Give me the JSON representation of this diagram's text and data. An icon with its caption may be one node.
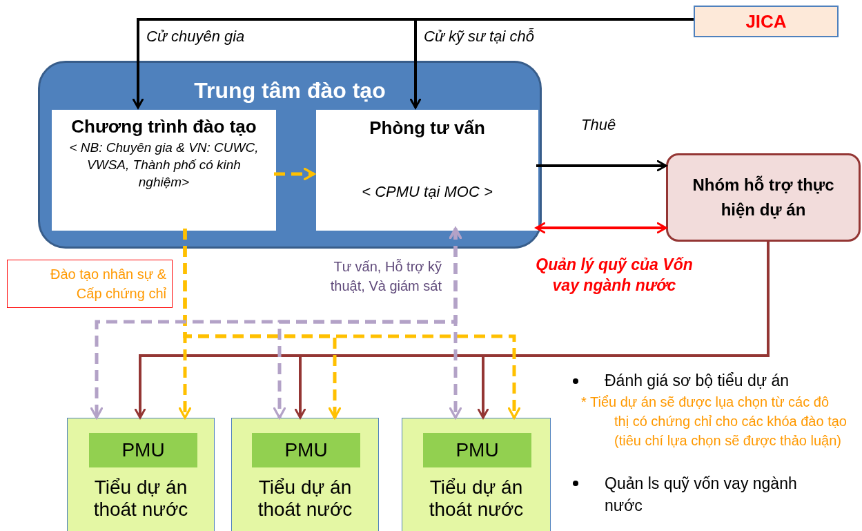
{
  "diagram": {
    "nodes": [
      {
        "text": [
          "JICA"
        ]
      },
      {
        "text": [
          "Trung tâm đào tạo"
        ]
      },
      {
        "text": [
          "Chương trình đào tạo",
          "< NB: Chuyên gia & VN: CUWC, VWSA, Thành phố có kinh nghiệm>"
        ],
        "in": 1
      },
      {
        "text": [
          "Phòng tư vấn",
          "< CPMU tại MOC >"
        ],
        "in": 1
      },
      {
        "text": [
          "Nhóm hỗ trợ thực hiện dự án"
        ]
      },
      {
        "text": [
          "Đào tạo nhân sự & Cấp chứng chỉ"
        ]
      },
      {
        "text": [
          "Tiểu dự án thoát nước"
        ]
      },
      {
        "text": [
          "PMU"
        ],
        "in": 6
      },
      {
        "text": [
          "Tiểu dự án thoát nước"
        ]
      },
      {
        "text": [
          "PMU"
        ],
        "in": 8
      },
      {
        "text": [
          "Tiểu dự án thoát nước"
        ]
      },
      {
        "text": [
          "PMU"
        ],
        "in": 10
      }
    ],
    "edges": [
      {
        "from": 0,
        "to": 2,
        "arrow": "to",
        "color": "#000000",
        "label": "Cử chuyên gia"
      },
      {
        "from": 0,
        "to": 3,
        "arrow": "to",
        "color": "#000000",
        "label": "Cử kỹ sư tại chỗ"
      },
      {
        "from": 2,
        "to": 3,
        "arrow": "to",
        "style": "dashed",
        "color": "#ffc000"
      },
      {
        "from": 3,
        "to": 4,
        "arrow": "to",
        "color": "#000000",
        "label": "Thuê"
      },
      {
        "from": 3,
        "to": 4,
        "arrow": "both",
        "color": "#ff0000",
        "label": "Quản lý quỹ của Vốn vay ngành nước"
      },
      {
        "from": 4,
        "to": 6,
        "arrow": "to",
        "color": "#943634"
      },
      {
        "from": 4,
        "to": 8,
        "arrow": "to",
        "color": "#943634"
      },
      {
        "from": 4,
        "to": 10,
        "arrow": "to",
        "color": "#943634"
      },
      {
        "from": 2,
        "to": 6,
        "arrow": "to",
        "style": "dashed",
        "color": "#ffc000"
      },
      {
        "from": 2,
        "to": 8,
        "arrow": "to",
        "style": "dashed",
        "color": "#ffc000"
      },
      {
        "from": 2,
        "to": 10,
        "arrow": "to",
        "style": "dashed",
        "color": "#ffc000"
      },
      {
        "from": 3,
        "to": 6,
        "arrow": "both",
        "style": "dashed",
        "color": "#b3a2c7"
      },
      {
        "from": 3,
        "to": 8,
        "arrow": "both",
        "style": "dashed",
        "color": "#b3a2c7"
      },
      {
        "from": 3,
        "to": 10,
        "arrow": "both",
        "style": "dashed",
        "color": "#b3a2c7",
        "label": "Tư vấn, Hỗ trợ kỹ thuật, Và giám sát"
      }
    ],
    "labels": [
      "Đánh giá sơ bộ tiểu dự án",
      "* Tiểu dự án sẽ được lụa chọn từ các đô thị có chứng chỉ cho các khóa đào tạo (tiêu chí lựa chọn sẽ được thảo luận)",
      "Quản ls quỹ vốn vay ngành nước"
    ]
  }
}
